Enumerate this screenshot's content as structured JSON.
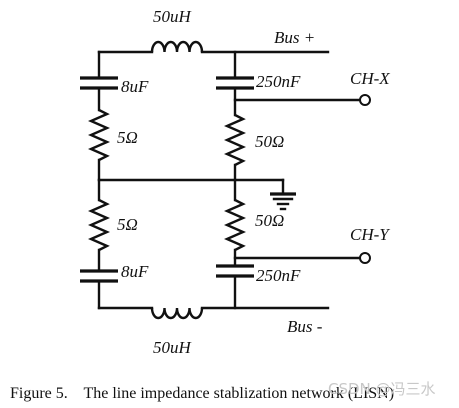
{
  "labels": {
    "inductor_top": "50uH",
    "inductor_bottom": "50uH",
    "bus_plus": "Bus +",
    "bus_minus": "Bus -",
    "cap_left_top": "8uF",
    "cap_right_top": "250nF",
    "cap_left_bottom": "8uF",
    "cap_right_bottom": "250nF",
    "res_left_top": "5Ω",
    "res_right_top": "50Ω",
    "res_left_bottom": "5Ω",
    "res_right_bottom": "50Ω",
    "port_x": "CH-X",
    "port_y": "CH-Y"
  },
  "caption": "Figure 5.    The line impedance stablization network (LISN)",
  "watermark": "CSDN @冯三水"
}
